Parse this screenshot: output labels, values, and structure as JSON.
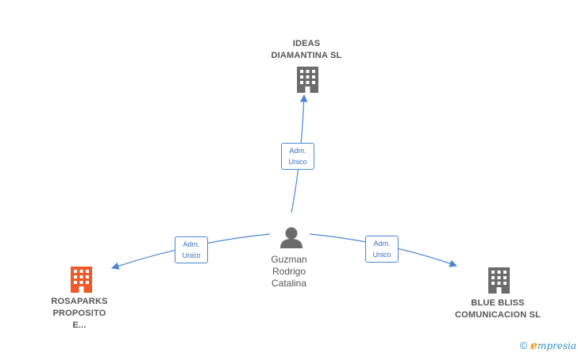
{
  "nodes": {
    "top": {
      "line1": "IDEAS",
      "line2": "DIAMANTINA SL",
      "icon": "building-icon",
      "color": "#6b6b6b"
    },
    "left": {
      "line1": "ROSAPARKS",
      "line2": "PROPOSITO",
      "line3": "E...",
      "icon": "building-icon",
      "color": "#f0592a"
    },
    "right": {
      "line1": "BLUE BLISS",
      "line2": "COMUNICACION SL",
      "icon": "building-icon",
      "color": "#6b6b6b"
    },
    "center": {
      "line1": "Guzman",
      "line2": "Rodrigo",
      "line3": "Catalina",
      "icon": "person-icon",
      "color": "#6b6b6b"
    }
  },
  "edges": [
    {
      "id": "top",
      "line1": "Adm.",
      "line2": "Unico"
    },
    {
      "id": "left",
      "line1": "Adm.",
      "line2": "Unico"
    },
    {
      "id": "right",
      "line1": "Adm.",
      "line2": "Unico"
    }
  ],
  "colors": {
    "edge": "#4a86d4"
  },
  "footer": {
    "copyright": "©",
    "brand_e": "e",
    "brand_rest": "mpresia"
  }
}
